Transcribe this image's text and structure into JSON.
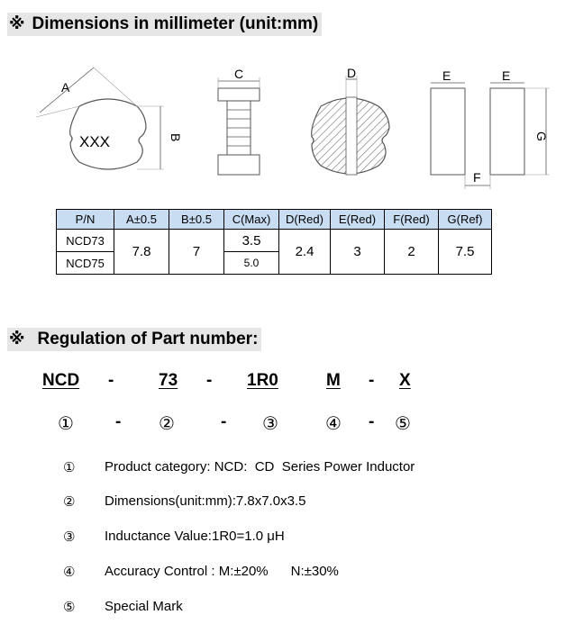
{
  "section1": {
    "mark": "※",
    "title": "Dimensions in millimeter (unit:mm)"
  },
  "drawing": {
    "top_label": "XXX",
    "labels": {
      "a": "A",
      "b": "B",
      "c": "C",
      "d": "D",
      "e1": "E",
      "e2": "E",
      "f": "F",
      "g": "G"
    }
  },
  "table": {
    "headers": [
      "P/N",
      "A±0.5",
      "B±0.5",
      "C(Max)",
      "D(Red)",
      "E(Red)",
      "F(Red)",
      "G(Ref)"
    ],
    "rows": [
      {
        "pn": "NCD73",
        "c": "3.5"
      },
      {
        "pn": "NCD75",
        "c": "5.0"
      }
    ],
    "shared": {
      "a": "7.8",
      "b": "7",
      "d": "2.4",
      "e": "3",
      "f": "2",
      "g": "7.5"
    }
  },
  "section2": {
    "mark": "※",
    "title": "Regulation of Part number:"
  },
  "part_number": {
    "parts": [
      "NCD",
      "73",
      "1R0",
      "M",
      "X"
    ],
    "separator": "-",
    "circles": [
      "①",
      "②",
      "③",
      "④",
      "⑤"
    ]
  },
  "legend": [
    {
      "num": "①",
      "text": "Product category: NCD:  CD  Series Power Inductor"
    },
    {
      "num": "②",
      "text": "Dimensions(unit:mm):7.8x7.0x3.5"
    },
    {
      "num": "③",
      "text": "Inductance Value:1R0=1.0 μH"
    },
    {
      "num": "④",
      "text": "Accuracy Control : M:±20%      N:±30%"
    },
    {
      "num": "⑤",
      "text": "Special Mark"
    }
  ]
}
